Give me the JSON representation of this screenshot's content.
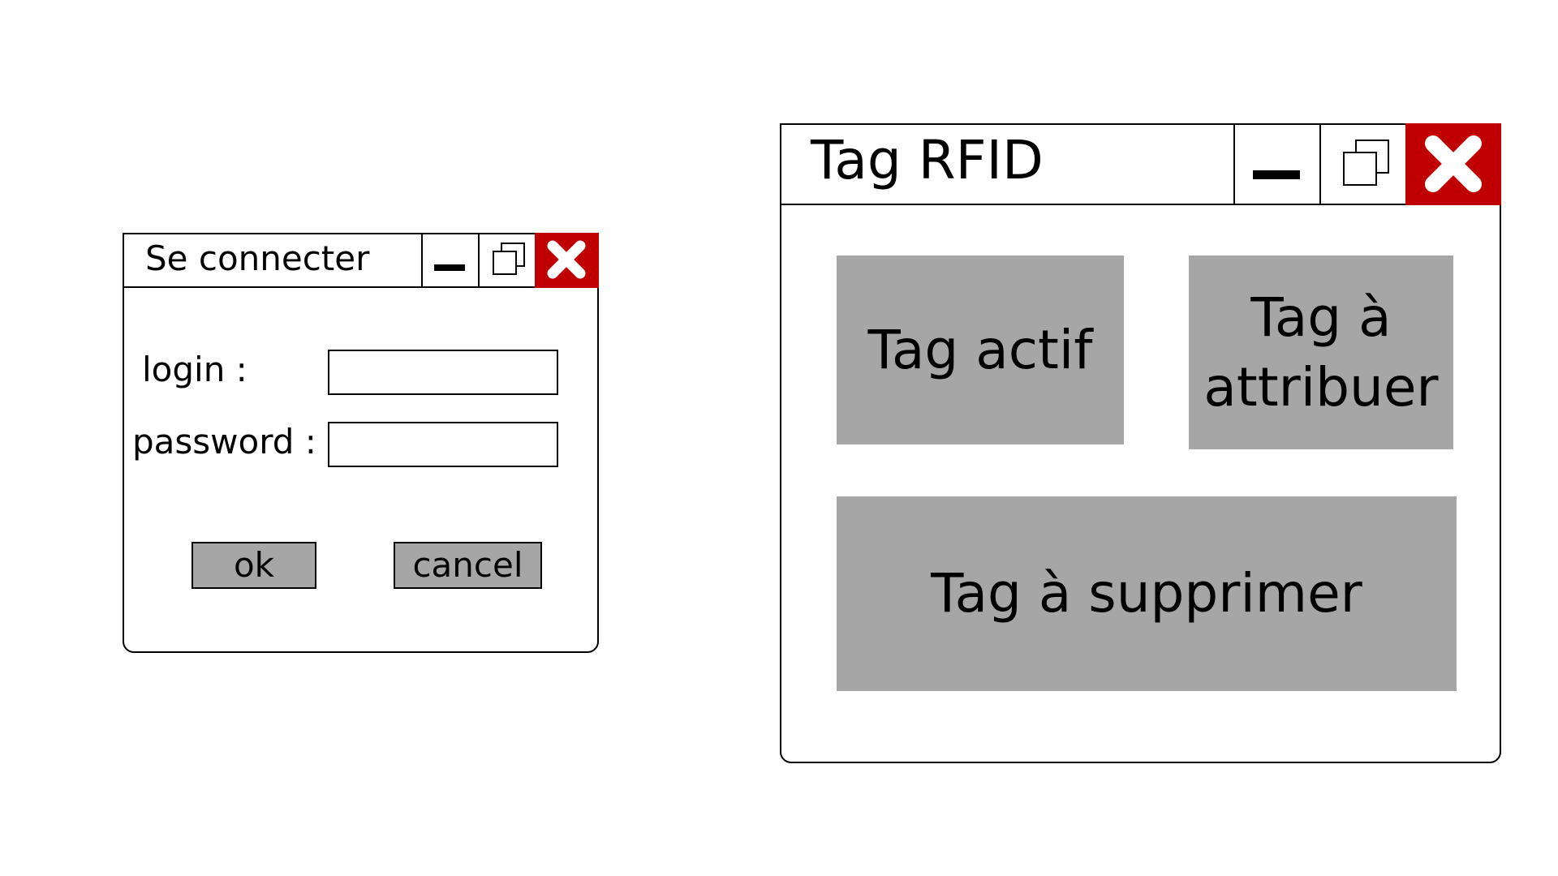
{
  "login_window": {
    "title": "Se connecter",
    "login_label": "login :",
    "password_label": "password :",
    "login_value": "",
    "password_value": "",
    "ok_label": "ok",
    "cancel_label": "cancel"
  },
  "rfid_window": {
    "title": "Tag RFID",
    "tag_actif_label": "Tag actif",
    "tag_attribuer_line1": "Tag à",
    "tag_attribuer_line2": "attribuer",
    "tag_supprimer_label": "Tag à supprimer"
  },
  "colors": {
    "close_button": "#c00000",
    "action_button": "#a6a6a6"
  },
  "icons": {
    "minimize": "minimize-icon",
    "maximize": "maximize-icon",
    "close": "close-icon"
  }
}
